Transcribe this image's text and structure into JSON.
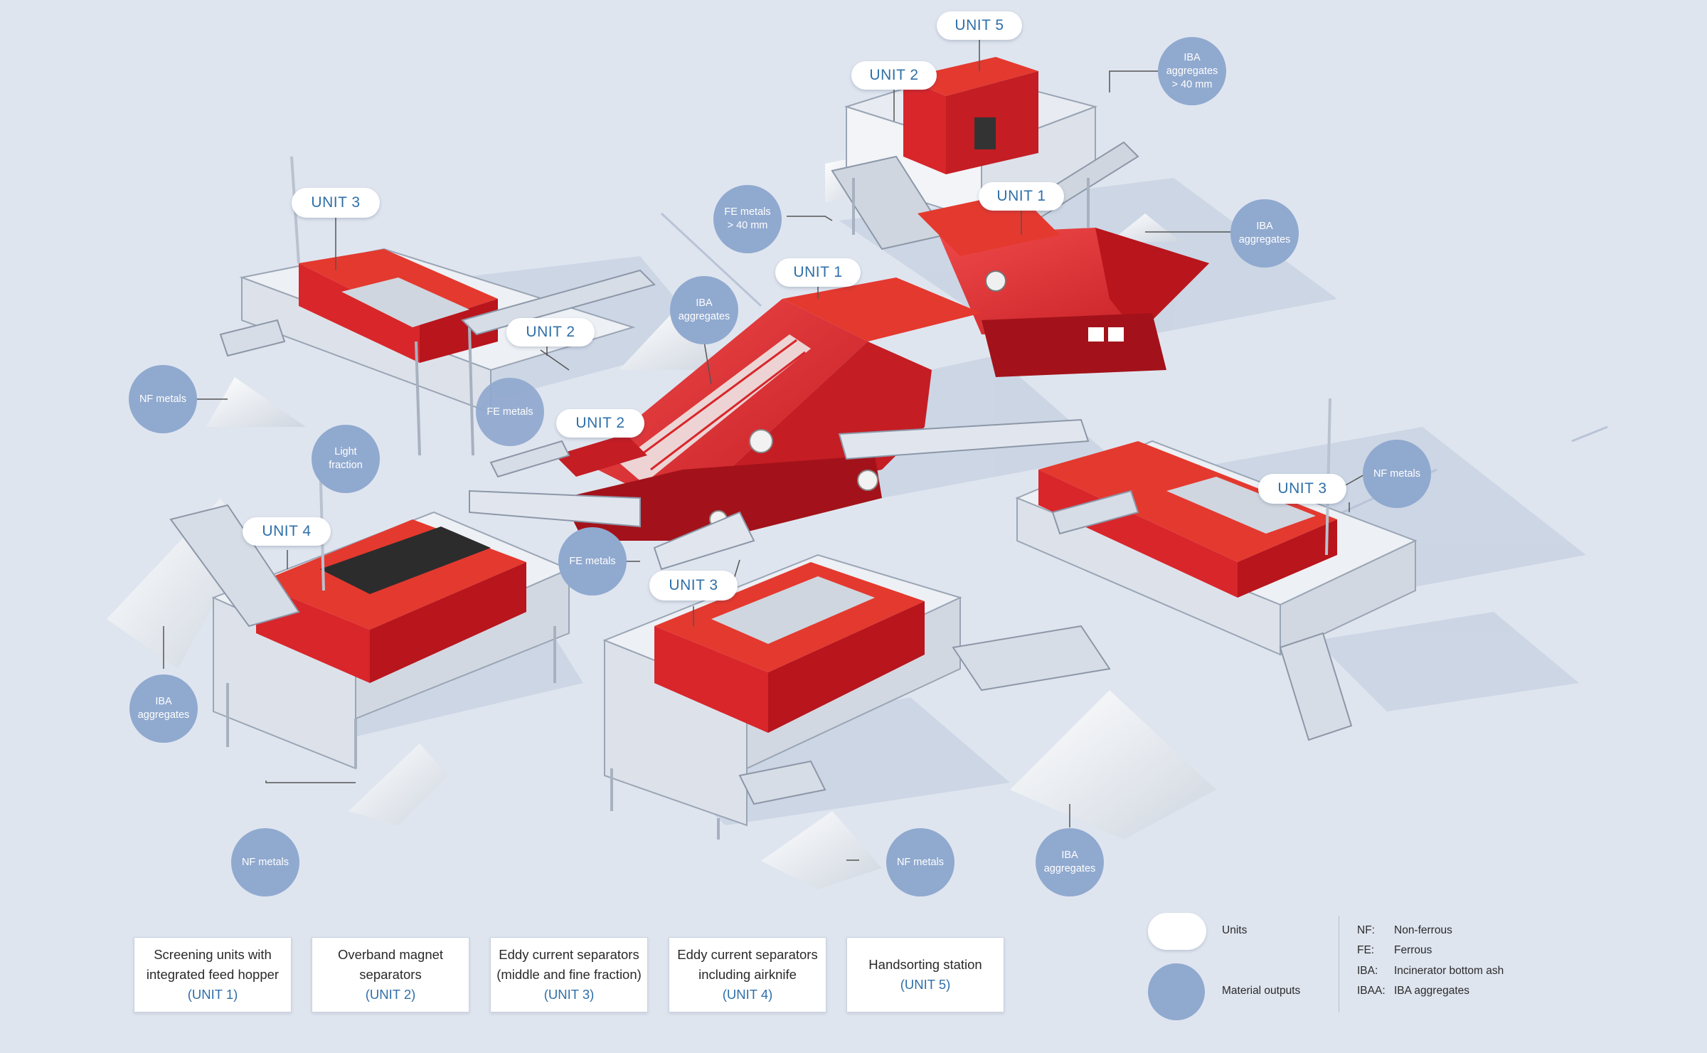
{
  "units": {
    "u5": "UNIT 5",
    "u2_top": "UNIT 2",
    "u3_left": "UNIT 3",
    "u1_top": "UNIT 1",
    "u1_mid": "UNIT 1",
    "u2_mid": "UNIT 2",
    "u2_center": "UNIT 2",
    "u4": "UNIT 4",
    "u3_center": "UNIT 3",
    "u3_right": "UNIT 3"
  },
  "outputs": {
    "iba_40": "IBA\naggregates\n> 40 mm",
    "fe_40": "FE metals\n> 40 mm",
    "iba_right_top": "IBA\naggregates",
    "iba_mid": "IBA\naggregates",
    "nf_left": "NF metals",
    "fe_mid": "FE metals",
    "light_fraction": "Light\nfraction",
    "fe_center": "FE metals",
    "nf_right": "NF metals",
    "iba_left_bottom": "IBA\naggregates",
    "nf_bottom_left": "NF metals",
    "nf_bottom_center": "NF metals",
    "iba_bottom_right": "IBA\naggregates"
  },
  "boxes": [
    {
      "line1": "Screening units with",
      "line2": "integrated feed hopper",
      "unit": "(UNIT 1)"
    },
    {
      "line1": "Overband magnet",
      "line2": "separators",
      "unit": "(UNIT 2)"
    },
    {
      "line1": "Eddy current separators",
      "line2": "(middle and fine fraction)",
      "unit": "(UNIT 3)"
    },
    {
      "line1": "Eddy current separators",
      "line2": "including airknife",
      "unit": "(UNIT 4)"
    },
    {
      "line1": "Handsorting station",
      "line2": "",
      "unit": "(UNIT 5)"
    }
  ],
  "legend": {
    "units": "Units",
    "outputs": "Material outputs"
  },
  "abbreviations": [
    {
      "key": "NF:",
      "value": "Non-ferrous"
    },
    {
      "key": "FE:",
      "value": "Ferrous"
    },
    {
      "key": "IBA:",
      "value": "Incinerator bottom ash"
    },
    {
      "key": "IBAA:",
      "value": "IBA aggregates"
    }
  ],
  "colors": {
    "background": "#dfe5ef",
    "machine_red": "#d8262b",
    "unit_text": "#2f6fa8",
    "bubble": "#90a9cf"
  }
}
